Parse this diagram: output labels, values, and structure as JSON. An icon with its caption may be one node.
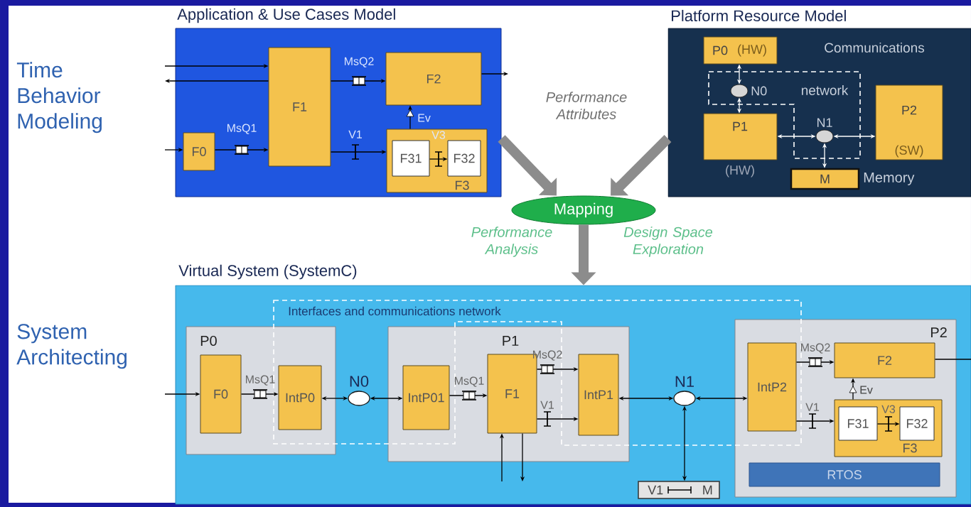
{
  "diagram": {
    "nodes": [
      {
        "text": [
          "Application & Use Cases Model"
        ]
      },
      {
        "text": [
          "F1"
        ],
        "in": 0
      },
      {
        "text": [
          "F2"
        ],
        "in": 0
      },
      {
        "text": [
          "F0"
        ],
        "in": 0
      },
      {
        "text": [
          "F3"
        ],
        "in": 0
      },
      {
        "text": [
          "F31"
        ],
        "in": 4
      },
      {
        "text": [
          "F32"
        ],
        "in": 4
      },
      {
        "text": [
          "Platform Resource Model"
        ]
      },
      {
        "text": [
          "P0",
          "(HW)"
        ],
        "in": 7
      },
      {
        "text": [
          "Communications",
          "network"
        ],
        "in": 7
      },
      {
        "text": [],
        "shape": "circle",
        "beside": [
          "N0"
        ],
        "in": 9
      },
      {
        "text": [
          "P1"
        ],
        "beside": [
          "(HW)"
        ],
        "in": 7
      },
      {
        "text": [],
        "shape": "circle",
        "beside": [
          "N1"
        ],
        "in": 9
      },
      {
        "text": [
          "P2",
          "(SW)"
        ],
        "in": 7
      },
      {
        "text": [
          "M"
        ],
        "beside": [
          "Memory"
        ],
        "in": 7
      },
      {
        "text": [
          "Mapping"
        ]
      },
      {
        "text": [
          "Virtual System (SystemC)"
        ]
      },
      {
        "text": [
          "Interfaces and communications network"
        ],
        "in": 16
      },
      {
        "text": [
          "P0"
        ],
        "in": 16
      },
      {
        "text": [
          "F0"
        ],
        "in": 18
      },
      {
        "text": [
          "IntP0"
        ]
      },
      {
        "text": [],
        "shape": "circle",
        "beside": [
          "N0"
        ],
        "in": 17
      },
      {
        "text": [
          "P1"
        ],
        "in": 16
      },
      {
        "text": [
          "IntP01"
        ],
        "in": 22
      },
      {
        "text": [
          "F1"
        ],
        "in": 22
      },
      {
        "text": [
          "IntP1"
        ],
        "in": 22
      },
      {
        "text": [],
        "shape": "circle",
        "beside": [
          "N1"
        ],
        "in": 17
      },
      {
        "text": [
          "V1",
          "M"
        ],
        "in": 16
      },
      {
        "text": [
          "P2"
        ],
        "in": 16
      },
      {
        "text": [
          "IntP2"
        ]
      },
      {
        "text": [
          "F2"
        ],
        "in": 28
      },
      {
        "text": [
          "F3"
        ],
        "in": 28
      },
      {
        "text": [
          "F31"
        ],
        "in": 31
      },
      {
        "text": [
          "F32"
        ],
        "in": 31
      },
      {
        "text": [
          "RTOS"
        ],
        "in": 28
      }
    ],
    "edges": [
      {
        "from": null,
        "to": 1,
        "arrow": "to"
      },
      {
        "from": 1,
        "to": null,
        "arrow": "to"
      },
      {
        "from": null,
        "to": 3,
        "arrow": "to"
      },
      {
        "from": 3,
        "to": 1,
        "arrow": "to",
        "label": "MsQ1"
      },
      {
        "from": 1,
        "to": 2,
        "arrow": "to",
        "label": "MsQ2"
      },
      {
        "from": 1,
        "to": 4,
        "arrow": "to",
        "label": "V1"
      },
      {
        "from": 4,
        "to": 2,
        "arrow": "to",
        "label": "Ev"
      },
      {
        "from": 5,
        "to": 6,
        "arrow": "to",
        "label": "V3"
      },
      {
        "from": 2,
        "to": null,
        "arrow": "to"
      },
      {
        "from": 8,
        "to": 10,
        "arrow": "both",
        "color": "#ffffff"
      },
      {
        "from": 10,
        "to": 11,
        "arrow": "both",
        "color": "#ffffff"
      },
      {
        "from": 11,
        "to": 12,
        "arrow": "both",
        "color": "#ffffff"
      },
      {
        "from": 12,
        "to": 13,
        "arrow": "both",
        "color": "#ffffff"
      },
      {
        "from": 12,
        "to": 14,
        "arrow": "both",
        "color": "#ffffff"
      },
      {
        "from": 0,
        "to": 15,
        "arrow": "to",
        "style": "thick",
        "color": "#8c8c8c"
      },
      {
        "from": 7,
        "to": 15,
        "arrow": "to",
        "style": "thick",
        "color": "#8c8c8c"
      },
      {
        "from": 15,
        "to": 16,
        "arrow": "to",
        "style": "thick",
        "color": "#8c8c8c"
      },
      {
        "from": null,
        "to": 19,
        "arrow": "to"
      },
      {
        "from": 19,
        "to": 20,
        "arrow": "to",
        "label": "MsQ1"
      },
      {
        "from": 20,
        "to": 21,
        "arrow": "both"
      },
      {
        "from": 21,
        "to": 23,
        "arrow": "both"
      },
      {
        "from": 23,
        "to": 24,
        "arrow": "to",
        "label": "MsQ1"
      },
      {
        "from": 24,
        "to": 25,
        "arrow": "to",
        "label": "MsQ2"
      },
      {
        "from": 24,
        "to": 25,
        "arrow": "to",
        "label": "V1"
      },
      {
        "from": 25,
        "to": 26,
        "arrow": "both"
      },
      {
        "from": 26,
        "to": 29,
        "arrow": "both"
      },
      {
        "from": 26,
        "to": 27,
        "arrow": "both"
      },
      {
        "from": null,
        "to": 24,
        "arrow": "to"
      },
      {
        "from": 24,
        "to": null,
        "arrow": "to"
      },
      {
        "from": 29,
        "to": 30,
        "arrow": "to",
        "label": "MsQ2"
      },
      {
        "from": 29,
        "to": 31,
        "arrow": "to",
        "label": "V1"
      },
      {
        "from": 31,
        "to": 30,
        "arrow": "to",
        "label": "Ev"
      },
      {
        "from": 32,
        "to": 33,
        "arrow": "to",
        "label": "V3"
      },
      {
        "from": 30,
        "to": null,
        "arrow": "none"
      }
    ],
    "labels": [
      "Time Behavior Modeling",
      "Performance Attributes",
      "Performance Analysis",
      "Design Space Exploration",
      "System Architecting"
    ]
  }
}
